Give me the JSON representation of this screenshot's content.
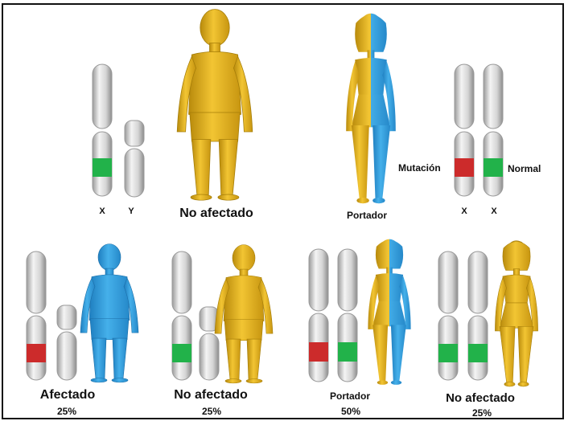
{
  "colors": {
    "mutation": "#cc2b2b",
    "normal_allele": "#22b24a",
    "chromosome": "#dcdcdc",
    "unaffected_body": "#e6b21c",
    "affected_body": "#2f9ddf"
  },
  "parents": {
    "father": {
      "chromosome_labels": [
        "X",
        "Y"
      ],
      "status": "No afectado"
    },
    "mother": {
      "chromosome_labels": [
        "X",
        "X"
      ],
      "status": "Portador",
      "mutation_label": "Mutación",
      "normal_label": "Normal"
    }
  },
  "offspring": [
    {
      "status": "Afectado",
      "probability": "25%"
    },
    {
      "status": "No afectado",
      "probability": "25%"
    },
    {
      "status": "Portador",
      "probability": "50%"
    },
    {
      "status": "No afectado",
      "probability": "25%"
    }
  ]
}
